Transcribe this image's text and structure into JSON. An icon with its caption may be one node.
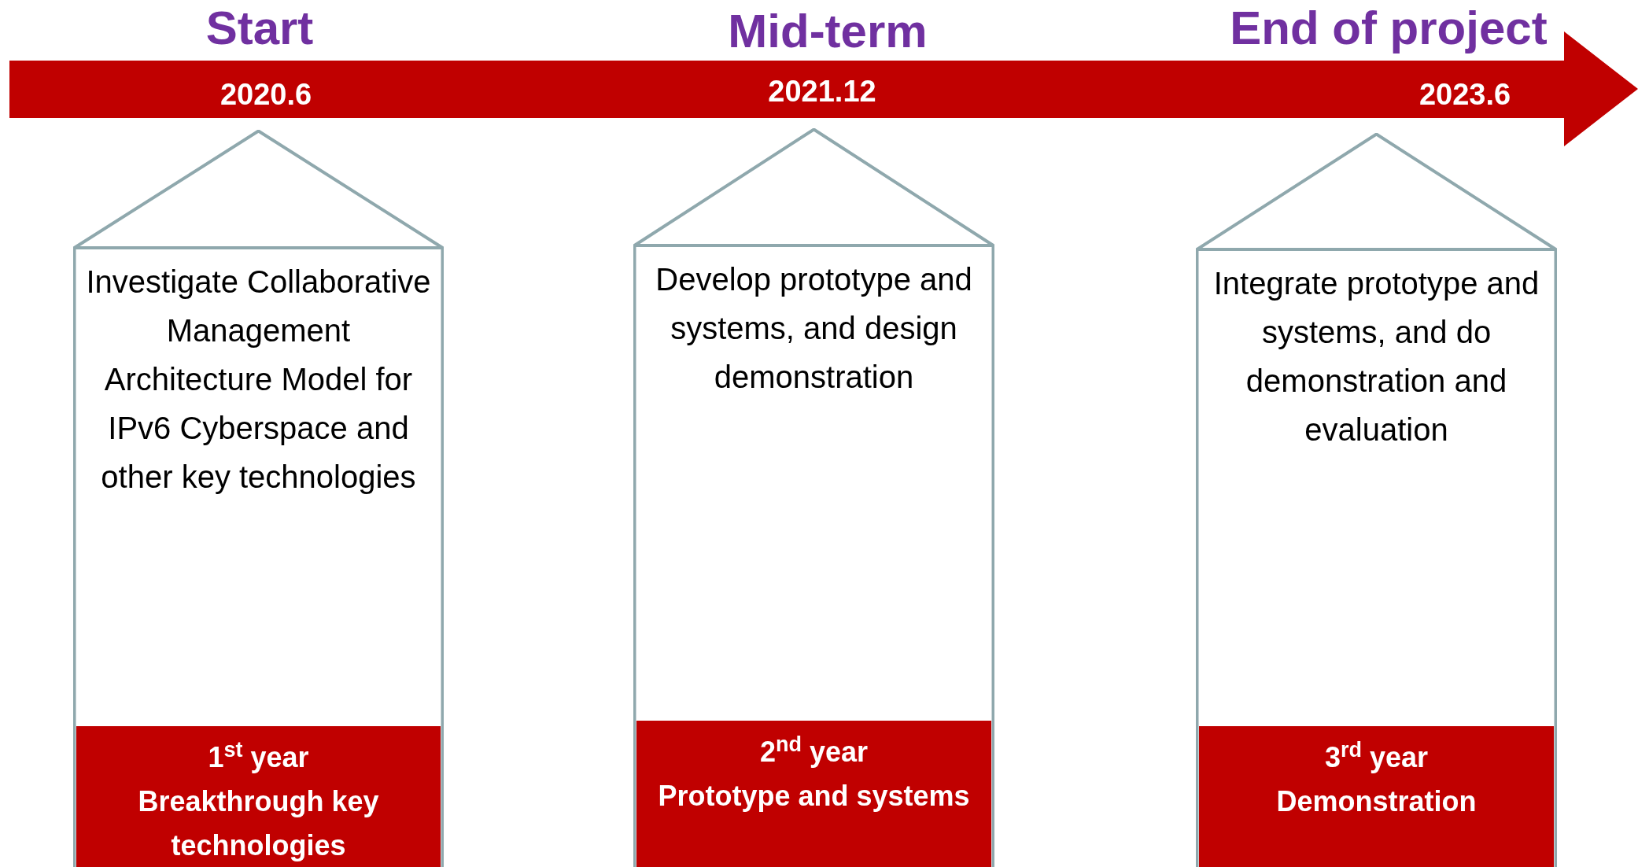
{
  "diagram": {
    "nodes": [
      {
        "text": [
          "Investigate Collaborative Management Architecture Model for IPv6 Cyberspace and other key technologies"
        ]
      },
      {
        "text": [
          "1$^{st}$ year",
          "Breakthrough key technologies"
        ],
        "in": 0
      },
      {
        "text": [
          "Develop prototype and systems, and design demonstration"
        ]
      },
      {
        "text": [
          "2$^{nd}$ year",
          "Prototype and systems"
        ],
        "in": 2
      },
      {
        "text": [
          "Integrate prototype and systems, and do demonstration and evaluation"
        ]
      },
      {
        "text": [
          "3$^{rd}$ year",
          "Demonstration"
        ],
        "in": 4
      }
    ],
    "labels": [
      "Start",
      "Mid-term",
      "End of project",
      "2020.6",
      "2021.12",
      "2023.6"
    ]
  }
}
